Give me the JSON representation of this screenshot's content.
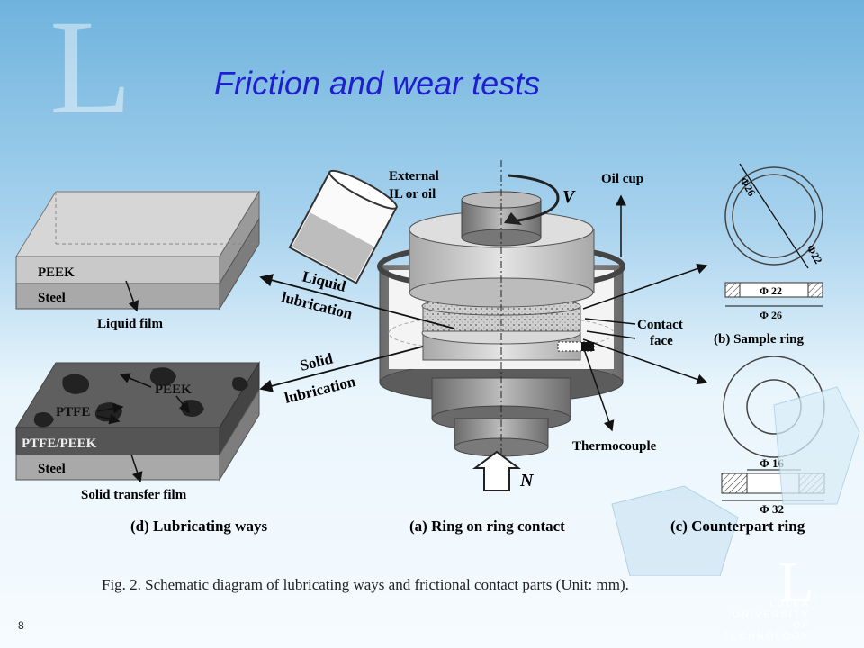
{
  "slide": {
    "title": "Friction and wear tests",
    "caption": "Fig. 2. Schematic diagram of lubricating ways and frictional contact parts (Unit: mm).",
    "page_number": "8"
  },
  "logo": {
    "letter": "L",
    "line1": "LULEÅ",
    "line2": "UNIVERSITY",
    "line3": "OF TECHNOLOGY"
  },
  "diagram": {
    "liquid_panel": {
      "layer_top": "PEEK",
      "layer_bottom": "Steel",
      "film": "Liquid film"
    },
    "solid_panel": {
      "peek": "PEEK",
      "ptfe": "PTFE",
      "composite": "PTFE/PEEK",
      "steel": "Steel",
      "film": "Solid transfer film"
    },
    "labels": {
      "external_oil_1": "External",
      "external_oil_2": "IL or oil",
      "v": "V",
      "oil_cup": "Oil cup",
      "liquid_lub_1": "Liquid",
      "liquid_lub_2": "lubrication",
      "solid_lub_1": "Solid",
      "solid_lub_2": "lubrication",
      "contact_face_1": "Contact",
      "contact_face_2": "face",
      "thermocouple": "Thermocouple",
      "n": "N"
    },
    "sample_ring": {
      "d26a": "Φ26",
      "d22a": "Φ22",
      "d22b": "Φ 22",
      "d26b": "Φ 26"
    },
    "counter_ring": {
      "d16": "Φ 16",
      "d32": "Φ 32"
    },
    "captions": {
      "a": "(a) Ring on ring contact",
      "b": "(b) Sample ring",
      "c": "(c) Counterpart ring",
      "d": "(d) Lubricating ways"
    }
  }
}
